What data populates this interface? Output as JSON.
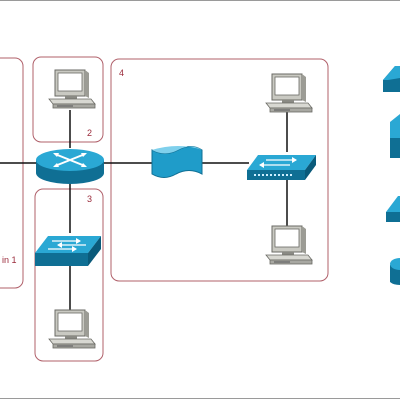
{
  "colors": {
    "zone_border": "#b0606a",
    "zone_label": "#9a2a3a",
    "device_cyan": "#2aa8d4",
    "device_dark": "#0f6f94",
    "device_light": "#7fd0ec",
    "link": "#111111",
    "frame": "#9a9a9a"
  },
  "zones": [
    {
      "id": "zone-1",
      "label": "in 1"
    },
    {
      "id": "zone-2",
      "label": "2"
    },
    {
      "id": "zone-3",
      "label": "3"
    },
    {
      "id": "zone-4",
      "label": "4"
    }
  ],
  "devices": {
    "router": {
      "icon": "router-icon"
    },
    "switch_left": {
      "icon": "switch-icon"
    },
    "switch_right": {
      "icon": "hub-switch-icon"
    },
    "wan_cloud": {
      "icon": "wan-cloud-icon"
    },
    "pcs": [
      "pc-icon",
      "pc-icon",
      "pc-icon",
      "pc-icon"
    ],
    "palette": [
      "router-icon",
      "server-icon",
      "switch-icon",
      "router-icon"
    ]
  }
}
